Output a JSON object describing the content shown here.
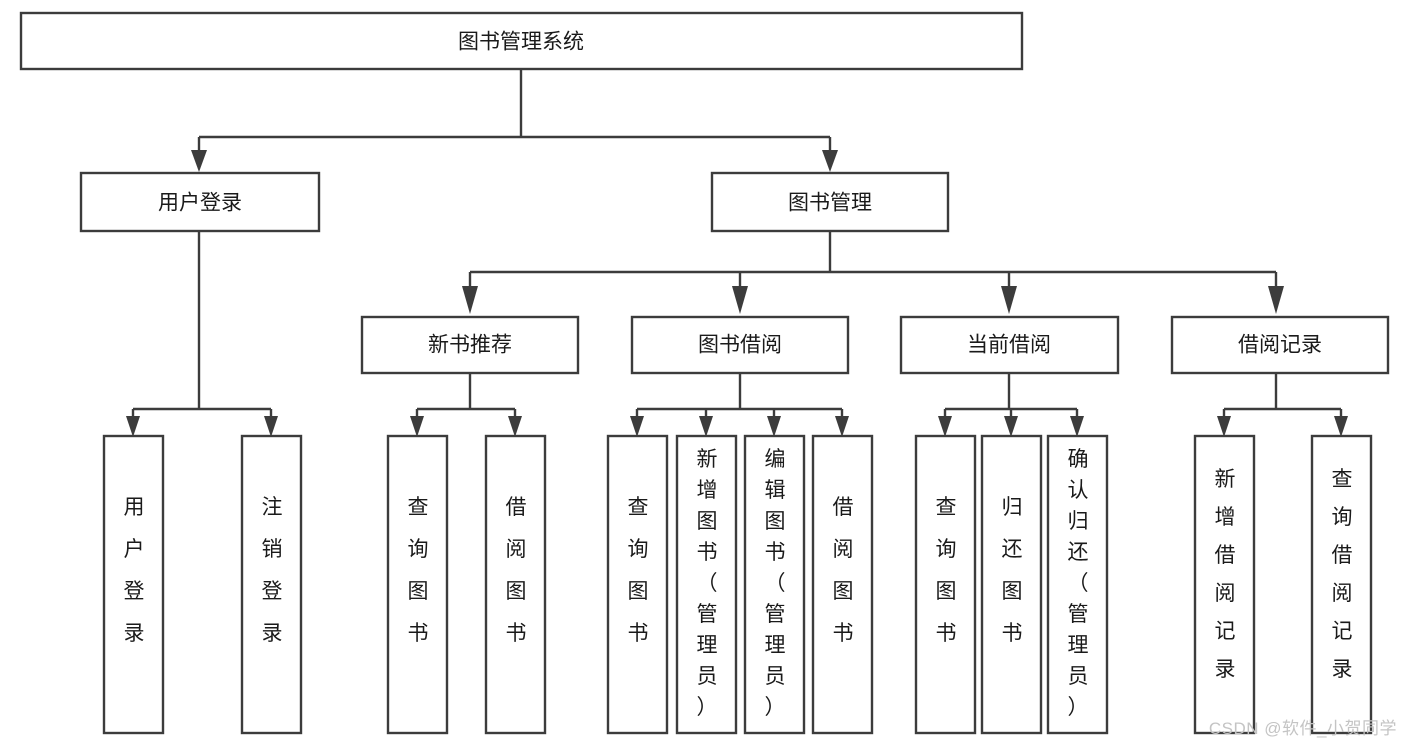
{
  "diagram": {
    "type": "tree",
    "title": "图书管理系统",
    "watermark": "CSDN @软件_小贺同学",
    "colors": {
      "box_stroke": "#3c3c3c",
      "box_fill": "#ffffff",
      "text": "#1a1a1a",
      "connector": "#3c3c3c",
      "watermark": "#c4c4c4",
      "background": "#ffffff"
    },
    "levels": [
      {
        "level": 1,
        "nodes": [
          {
            "id": "root",
            "label": "图书管理系统",
            "orientation": "horizontal"
          }
        ]
      },
      {
        "level": 2,
        "nodes": [
          {
            "id": "user-login",
            "label": "用户登录",
            "orientation": "horizontal",
            "parent": "root"
          },
          {
            "id": "book-manage",
            "label": "图书管理",
            "orientation": "horizontal",
            "parent": "root"
          }
        ]
      },
      {
        "level": 3,
        "nodes": [
          {
            "id": "new-book-rec",
            "label": "新书推荐",
            "orientation": "horizontal",
            "parent": "book-manage"
          },
          {
            "id": "book-borrow",
            "label": "图书借阅",
            "orientation": "horizontal",
            "parent": "book-manage"
          },
          {
            "id": "current-borrow",
            "label": "当前借阅",
            "orientation": "horizontal",
            "parent": "book-manage"
          },
          {
            "id": "borrow-record",
            "label": "借阅记录",
            "orientation": "horizontal",
            "parent": "book-manage"
          }
        ]
      },
      {
        "level": 4,
        "nodes": [
          {
            "id": "leaf-user-login",
            "label": "用户登录",
            "orientation": "vertical",
            "parent": "user-login"
          },
          {
            "id": "leaf-logout",
            "label": "注销登录",
            "orientation": "vertical",
            "parent": "user-login"
          },
          {
            "id": "leaf-query-book-1",
            "label": "查询图书",
            "orientation": "vertical",
            "parent": "new-book-rec"
          },
          {
            "id": "leaf-borrow-book-1",
            "label": "借阅图书",
            "orientation": "vertical",
            "parent": "new-book-rec"
          },
          {
            "id": "leaf-query-book-2",
            "label": "查询图书",
            "orientation": "vertical",
            "parent": "book-borrow"
          },
          {
            "id": "leaf-add-book",
            "label": "新增图书（管理员）",
            "orientation": "vertical",
            "parent": "book-borrow"
          },
          {
            "id": "leaf-edit-book",
            "label": "编辑图书（管理员）",
            "orientation": "vertical",
            "parent": "book-borrow"
          },
          {
            "id": "leaf-borrow-book-2",
            "label": "借阅图书",
            "orientation": "vertical",
            "parent": "book-borrow"
          },
          {
            "id": "leaf-query-book-3",
            "label": "查询图书",
            "orientation": "vertical",
            "parent": "current-borrow"
          },
          {
            "id": "leaf-return-book",
            "label": "归还图书",
            "orientation": "vertical",
            "parent": "current-borrow"
          },
          {
            "id": "leaf-confirm-return",
            "label": "确认归还（管理员）",
            "orientation": "vertical",
            "parent": "current-borrow"
          },
          {
            "id": "leaf-add-record",
            "label": "新增借阅记录",
            "orientation": "vertical",
            "parent": "borrow-record"
          },
          {
            "id": "leaf-query-record",
            "label": "查询借阅记录",
            "orientation": "vertical",
            "parent": "borrow-record"
          }
        ]
      }
    ],
    "edges": [
      {
        "from": "root",
        "to": "user-login"
      },
      {
        "from": "root",
        "to": "book-manage"
      },
      {
        "from": "book-manage",
        "to": "new-book-rec"
      },
      {
        "from": "book-manage",
        "to": "book-borrow"
      },
      {
        "from": "book-manage",
        "to": "current-borrow"
      },
      {
        "from": "book-manage",
        "to": "borrow-record"
      },
      {
        "from": "user-login",
        "to": "leaf-user-login"
      },
      {
        "from": "user-login",
        "to": "leaf-logout"
      },
      {
        "from": "new-book-rec",
        "to": "leaf-query-book-1"
      },
      {
        "from": "new-book-rec",
        "to": "leaf-borrow-book-1"
      },
      {
        "from": "book-borrow",
        "to": "leaf-query-book-2"
      },
      {
        "from": "book-borrow",
        "to": "leaf-add-book"
      },
      {
        "from": "book-borrow",
        "to": "leaf-edit-book"
      },
      {
        "from": "book-borrow",
        "to": "leaf-borrow-book-2"
      },
      {
        "from": "current-borrow",
        "to": "leaf-query-book-3"
      },
      {
        "from": "current-borrow",
        "to": "leaf-return-book"
      },
      {
        "from": "current-borrow",
        "to": "leaf-confirm-return"
      },
      {
        "from": "borrow-record",
        "to": "leaf-add-record"
      },
      {
        "from": "borrow-record",
        "to": "leaf-query-record"
      }
    ]
  }
}
